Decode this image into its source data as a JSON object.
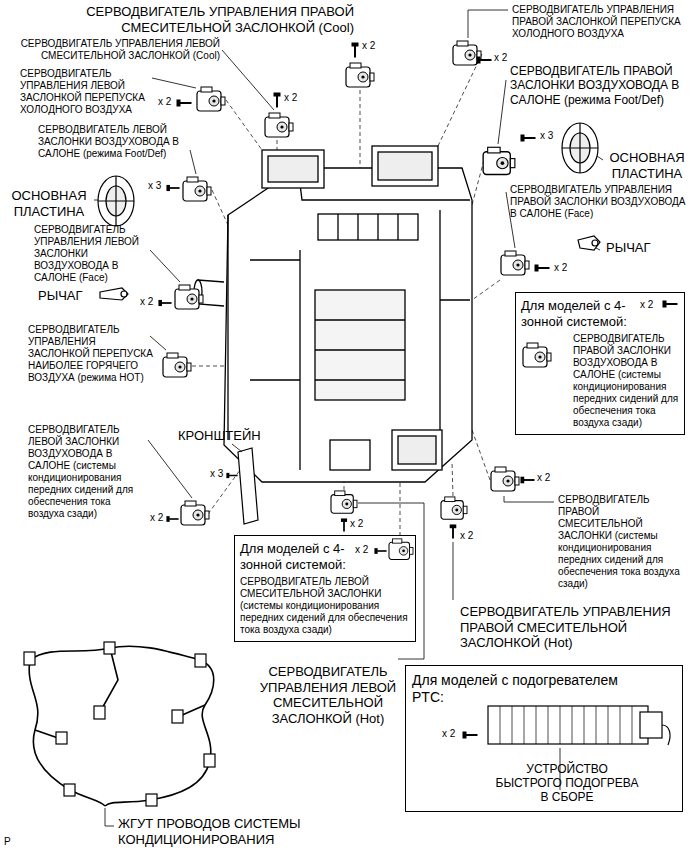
{
  "diagram": {
    "nodes": [
      {
        "text": [
          "Для моделей с 4-зонной системой:",
          "x 2",
          "СЕРВОДВИГАТЕЛЬ ПРАВОЙ ЗАСЛОНКИ ВОЗДУХОВОДА В САЛОНЕ (системы кондиционирования передних сидений для обеспечения тока воздуха сзади)"
        ]
      },
      {
        "text": [
          "Для моделей с 4-зонной системой:",
          "x 2",
          "СЕРВОДВИГАТЕЛЬ ЛЕВОЙ СМЕСИТЕЛЬНОЙ ЗАСЛОНКИ (системы кондиционирования передних сидений для обеспечения тока воздуха сзади)"
        ]
      },
      {
        "text": [
          "Для моделей с подогревателем PTC:",
          "x 2",
          "УСТРОЙСТВО БЫСТРОГО ПОДОГРЕВА В СБОРЕ"
        ]
      }
    ],
    "labels": [
      "СЕРВОДВИГАТЕЛЬ УПРАВЛЕНИЯ ПРАВОЙ СМЕСИТЕЛЬНОЙ ЗАСЛОНКОЙ (Cool)",
      "x 2",
      "СЕРВОДВИГАТЕЛЬ УПРАВЛЕНИЯ ПРАВОЙ ЗАСЛОНКОЙ ПЕРЕПУСКА ХОЛОДНОГО ВОЗДУХА",
      "СЕРВОДВИГАТЕЛЬ УПРАВЛЕНИЯ ЛЕВОЙ СМЕСИТЕЛЬНОЙ ЗАСЛОНКОЙ (Cool)",
      "x 2",
      "СЕРВОДВИГАТЕЛЬ ПРАВОЙ ЗАСЛОНКИ ВОЗДУХОВОДА В САЛОНЕ (режима Foot/Def)",
      "СЕРВОДВИГАТЕЛЬ УПРАВЛЕНИЯ ЛЕВОЙ ЗАСЛОНКОЙ ПЕРЕПУСКА ХОЛОДНОГО ВОЗДУХА",
      "x 2",
      "x 2",
      "СЕРВОДВИГАТЕЛЬ ЛЕВОЙ ЗАСЛОНКИ ВОЗДУХОВОДА В САЛОНЕ (режима Foot/Def)",
      "x 3",
      "ОСНОВНАЯ ПЛАСТИНА",
      "x 3",
      "СЕРВОДВИГАТЕЛЬ УПРАВЛЕНИЯ ПРАВОЙ ЗАСЛОНКИ ВОЗДУХОВОДА В САЛОНЕ (Face)",
      "ОСНОВНАЯ ПЛАСТИНА",
      "СЕРВОДВИГАТЕЛЬ УПРАВЛЕНИЯ ЛЕВОЙ ЗАСЛОНКИ ВОЗДУХОВОДА В САЛОНЕ (Face)",
      "РЫЧАГ",
      "x 2",
      "РЫЧАГ",
      "x 2",
      "СЕРВОДВИГАТЕЛЬ УПРАВЛЕНИЯ ЗАСЛОНКОЙ ПЕРЕПУСКА НАИБОЛЕЕ ГОРЯЧЕГО ВОЗДУХА (режима HOT)",
      "СЕРВОДВИГАТЕЛЬ ЛЕВОЙ ЗАСЛОНКИ ВОЗДУХОВОДА В САЛОНЕ (системы кондиционирования передних сидений для обеспечения тока воздуха сзади)",
      "КРОНШТЕЙН",
      "x 3",
      "x 2",
      "СЕРВОДВИГАТЕЛЬ ПРАВОЙ СМЕСИТЕЛЬНОЙ ЗАСЛОНКИ (системы кондиционирования передних сидений для обеспечения тока воздуха сзади)",
      "x 2",
      "x 2",
      "x 2",
      "СЕРВОДВИГАТЕЛЬ УПРАВЛЕНИЯ ПРАВОЙ СМЕСИТЕЛЬНОЙ ЗАСЛОНКОЙ (Hot)",
      "СЕРВОДВИГАТЕЛЬ УПРАВЛЕНИЯ ЛЕВОЙ СМЕСИТЕЛЬНОЙ ЗАСЛОНКОЙ (Hot)",
      "ЖГУТ ПРОВОДОВ СИСТЕМЫ КОНДИЦИОНИРОВАНИЯ",
      "P"
    ]
  }
}
